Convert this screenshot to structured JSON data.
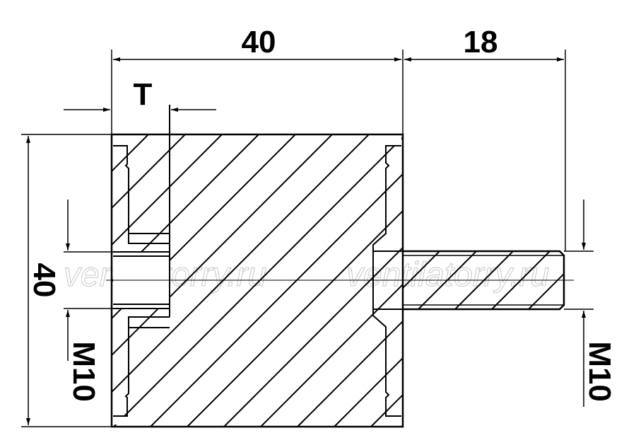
{
  "drawing": {
    "dimensions": {
      "body_width": "40",
      "stud_length": "18",
      "insert_depth": "T",
      "body_diameter": "40",
      "left_thread": "M10",
      "right_thread": "M10"
    },
    "watermark": "ventilatorry.ru",
    "colors": {
      "line": "#000000",
      "watermark": "#c8c8c8",
      "background": "#ffffff"
    }
  }
}
